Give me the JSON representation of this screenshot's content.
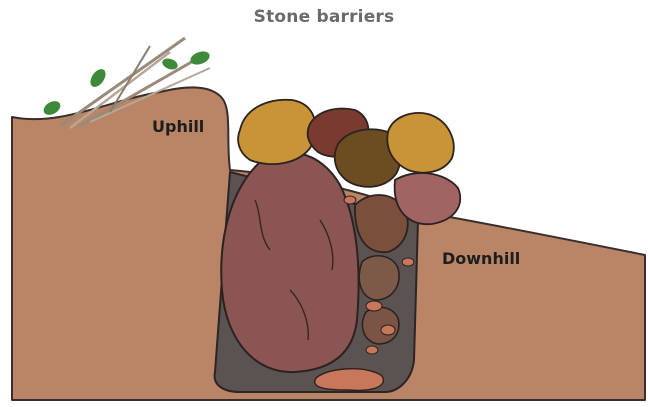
{
  "diagram": {
    "title": "Stone barriers",
    "labels": {
      "uphill": "Uphill",
      "downhill": "Downhill"
    }
  },
  "colors": {
    "soil": "#b98566",
    "trench": "#5b5352",
    "outline": "#3a2e2a",
    "big_stone": "#8a5552",
    "yellow_stone": "#c89437",
    "brown_stone": "#7a4f3c",
    "olive_stone": "#6b4d21",
    "orange_pebble": "#c9775a",
    "leaf": "#3f8a3a"
  },
  "icons": [
    "twig-bundle-icon"
  ]
}
